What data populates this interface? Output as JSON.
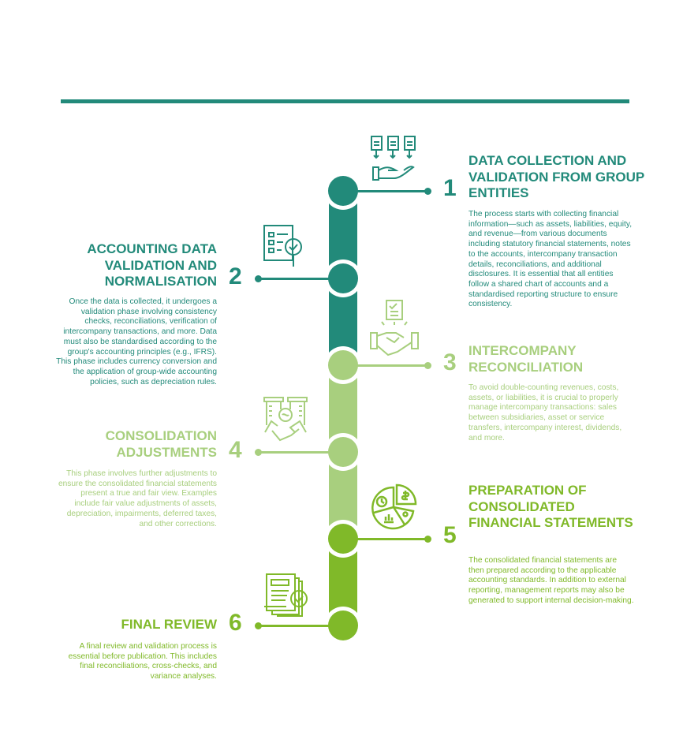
{
  "colors": {
    "teal": "#228a7a",
    "light_green": "#a8cf7e",
    "green": "#80b929"
  },
  "steps": [
    {
      "number": "1",
      "title": "Data collection and validation from group entities",
      "description": "The process starts with collecting financial information—such as assets, liabilities, equity, and revenue—from various documents including statutory financial statements, notes to the accounts, intercompany transaction details, reconciliations, and additional disclosures. It is essential that all entities follow a shared chart of accounts and a standardised reporting structure to ensure consistency.",
      "icon": "documents-to-hand-icon"
    },
    {
      "number": "2",
      "title": "Accounting data validation and normalisation",
      "description": "Once the data is collected, it undergoes a validation phase involving consistency checks, reconciliations, verification of intercompany transactions, and more. Data must also be standardised according to the group's accounting principles (e.g., IFRS). This phase includes currency conversion and the application of group-wide accounting policies, such as depreciation rules.",
      "icon": "checklist-magnifier-icon"
    },
    {
      "number": "3",
      "title": "Intercompany reconciliation",
      "description": "To avoid double-counting revenues, costs, assets, or liabilities, it is crucial to properly manage intercompany transactions: sales between subsidiaries, asset or service transfers, intercompany interest, dividends, and more.",
      "icon": "handshake-icon"
    },
    {
      "number": "4",
      "title": "Consolidation adjustments",
      "description": "This phase involves further adjustments to ensure the consolidated financial statements present a true and fair view. Examples include fair value adjustments of assets, depreciation, impairments, deferred taxes, and other corrections.",
      "icon": "buildings-handshake-icon"
    },
    {
      "number": "5",
      "title": "Preparation of consolidated financial statements",
      "description": "The consolidated financial statements are then prepared according to the applicable accounting standards. In addition to external reporting, management reports may also be generated to support internal decision-making.",
      "icon": "pie-chart-icon"
    },
    {
      "number": "6",
      "title": "Final review",
      "description": "A final review and validation process is essential before publication. This includes final reconciliations, cross-checks, and variance analyses.",
      "icon": "document-approved-icon"
    }
  ]
}
